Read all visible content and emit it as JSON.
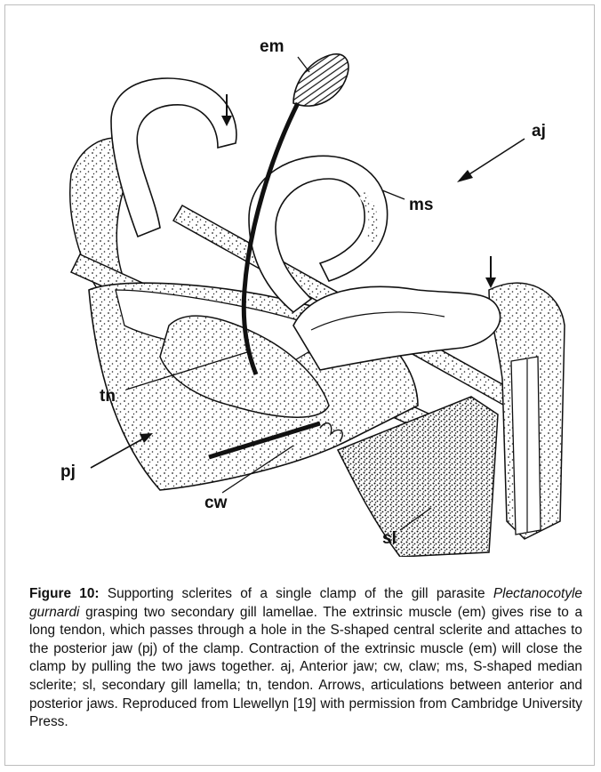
{
  "figure": {
    "labels": {
      "em": "em",
      "aj": "aj",
      "ms": "ms",
      "tn": "tn",
      "pj": "pj",
      "cw": "cw",
      "sl": "sl"
    }
  },
  "caption": {
    "label": "Figure 10:",
    "text_1": " Supporting sclerites of a single clamp of the gill parasite ",
    "species": "Plectanocotyle gurnardi",
    "text_2": " grasping two secondary gill lamellae. The extrinsic muscle (em) gives rise to a long tendon, which passes through a hole in the S-shaped central sclerite and attaches to the posterior jaw (pj) of the clamp. Contraction of the extrinsic muscle (em) will close the clamp by pulling the two jaws together. aj, Anterior jaw; cw, claw; ms, S-shaped median sclerite; sl, secondary gill lamella; tn, tendon. Arrows, articulations between anterior and posterior jaws. Reproduced from Llewellyn [19] with permission from Cambridge University Press."
  }
}
